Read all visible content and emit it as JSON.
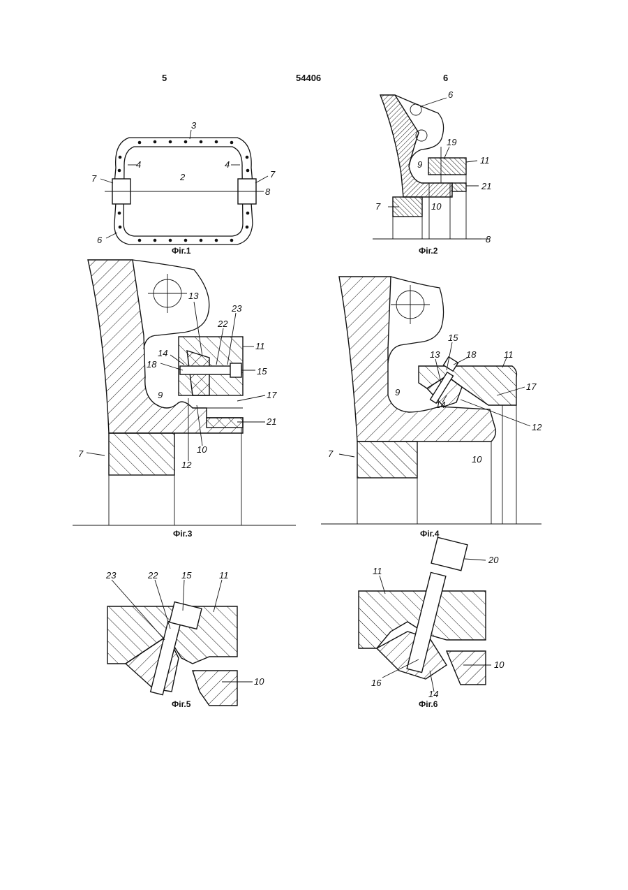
{
  "header": {
    "page_left": "5",
    "patent_number": "54406",
    "page_right": "6"
  },
  "figures": {
    "fig1": {
      "caption": "Фіг.1",
      "labels": {
        "l3": "3",
        "l2": "2",
        "l4a": "4",
        "l4b": "4",
        "l7a": "7",
        "l7b": "7",
        "l8": "8",
        "l6": "6"
      }
    },
    "fig2": {
      "caption": "Фіг.2",
      "labels": {
        "l6": "6",
        "l19": "19",
        "l11": "11",
        "l9": "9",
        "l21": "21",
        "l7": "7",
        "l10": "10",
        "l8": "8"
      }
    },
    "fig3": {
      "caption": "Фіг.3",
      "labels": {
        "l13": "13",
        "l23": "23",
        "l22": "22",
        "l11": "11",
        "l14": "14",
        "l18": "18",
        "l15": "15",
        "l9": "9",
        "l17": "17",
        "l21": "21",
        "l10": "10",
        "l12": "12",
        "l7": "7"
      }
    },
    "fig4": {
      "caption": "Фіг.4",
      "labels": {
        "l15": "15",
        "l18": "18",
        "l11": "11",
        "l13": "13",
        "l9": "9",
        "l17": "17",
        "l14": "14",
        "l12": "12",
        "l7": "7",
        "l10": "10"
      }
    },
    "fig5": {
      "caption": "Фіг.5",
      "labels": {
        "l23": "23",
        "l22": "22",
        "l15": "15",
        "l11": "11",
        "l10": "10"
      }
    },
    "fig6": {
      "caption": "Фіг.6",
      "labels": {
        "l20": "20",
        "l11": "11",
        "l10": "10",
        "l16": "16",
        "l14": "14"
      }
    }
  }
}
